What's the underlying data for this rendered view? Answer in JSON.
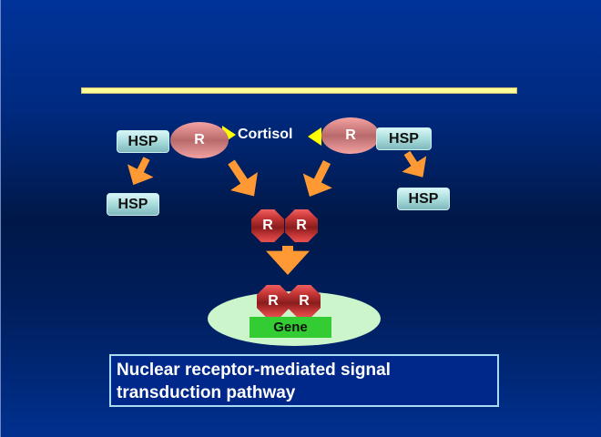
{
  "diagram": {
    "title_rule_color": "#ffff99",
    "ligand_label": "Cortisol",
    "left_complex": {
      "hsp_label": "HSP",
      "receptor_label": "R"
    },
    "right_complex": {
      "hsp_label": "HSP",
      "receptor_label": "R"
    },
    "released_hsp_left": "HSP",
    "released_hsp_right": "HSP",
    "dimer": [
      "R",
      "R"
    ],
    "bound_dimer": [
      "R",
      "R"
    ],
    "gene_label": "Gene",
    "caption_line1": "Nuclear receptor-mediated signal",
    "caption_line2": "transduction pathway",
    "colors": {
      "arrow": "#ff9933",
      "ligand": "#ffff00",
      "hsp": "#a9dcdc",
      "receptor": "#d88c8c",
      "dimer": "#c83838",
      "nucleus": "#ccf5cc",
      "gene": "#33cc33"
    }
  }
}
